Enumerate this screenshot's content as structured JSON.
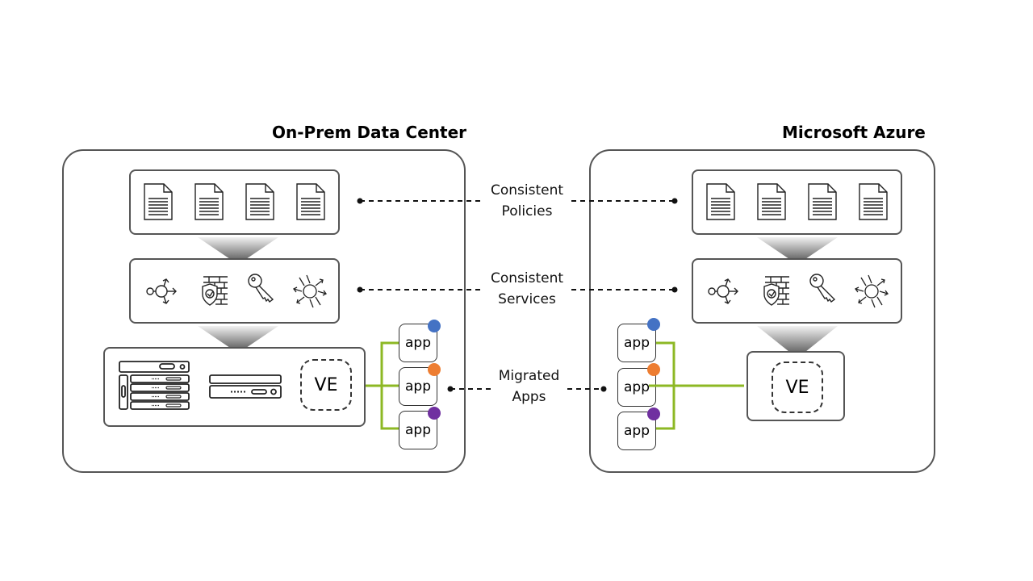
{
  "left": {
    "title": "On-Prem Data Center",
    "ve_label": "VE",
    "apps": [
      {
        "label": "app",
        "color": "#4472C4"
      },
      {
        "label": "app",
        "color": "#ED7D31"
      },
      {
        "label": "app",
        "color": "#7030A0"
      }
    ]
  },
  "right": {
    "title": "Microsoft Azure",
    "ve_label": "VE",
    "apps": [
      {
        "label": "app",
        "color": "#4472C4"
      },
      {
        "label": "app",
        "color": "#ED7D31"
      },
      {
        "label": "app",
        "color": "#7030A0"
      }
    ]
  },
  "connectors": {
    "policies": {
      "line1": "Consistent",
      "line2": "Policies"
    },
    "services": {
      "line1": "Consistent",
      "line2": "Services"
    },
    "apps": {
      "line1": "Migrated",
      "line2": "Apps"
    }
  },
  "colors": {
    "link_green": "#8DB824",
    "border": "#555555"
  },
  "icons": {
    "policy_row": [
      "document-icon",
      "document-icon",
      "document-icon",
      "document-icon"
    ],
    "service_row": [
      "load-balancer-icon",
      "firewall-shield-icon",
      "key-icon",
      "ddos-protection-icon"
    ]
  }
}
